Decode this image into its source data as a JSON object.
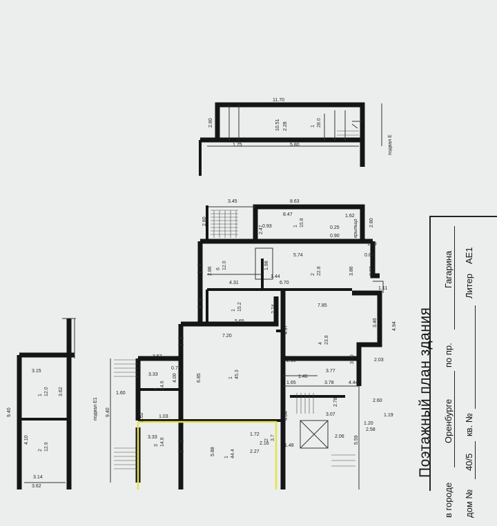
{
  "title": "Поэтажный план здания",
  "address": {
    "city_label": "в городе",
    "city": "Оренбурге",
    "street_label": "по пр.",
    "street": "Гагарина",
    "house_label": "дом №",
    "house": "40/5",
    "apt_label": "кв. №",
    "letter_label": "Литер",
    "letter": "АЕ1"
  },
  "labels": {
    "entrance_e": "подвал Е",
    "entrance_e1": "подвал Е1",
    "porch": "крыльцо"
  },
  "dimensions": [
    "11.70",
    "2.80",
    "2.28",
    "10.51",
    "1.75",
    "5.80",
    "3.45",
    "8.63",
    "8.47",
    "2.80",
    "0.93",
    "2.47",
    "1.62",
    "0.25",
    "0.90",
    "2.80",
    "1.29",
    "2.86",
    "0.86",
    "5.74",
    "1.98",
    "1.44",
    "3.86",
    "3.37",
    "1.11",
    "4.31",
    "6.70",
    "2.74",
    "7.85",
    "3.46",
    "5.65",
    "4.97",
    "4.94",
    "7.20",
    "2.03",
    "3.20",
    "3.57",
    "0.73",
    "3.33",
    "4.00",
    "6.85",
    "2.10",
    "1.46",
    "3.77",
    "1.65",
    "3.78",
    "4.44",
    "1.60",
    "2.78",
    "2.60",
    "3.07",
    "1.20",
    "1.19",
    "1.03",
    "2.58",
    "4.84",
    "2.06",
    "3.33",
    "3.62",
    "5.59",
    "1.72",
    "2.16",
    "2.27",
    "1.48",
    "5.88",
    "3.15",
    "3.62",
    "4.10",
    "3.14",
    "3.62",
    "9.40",
    "9.40"
  ],
  "rooms": [
    {
      "id": "1",
      "area": "28.0"
    },
    {
      "id": "1",
      "area": "15.8"
    },
    {
      "id": "6",
      "area": "12.0"
    },
    {
      "id": "2",
      "area": "22.8"
    },
    {
      "id": "1",
      "area": "15.2"
    },
    {
      "id": "4",
      "area": "23.8"
    },
    {
      "id": "1",
      "area": "45.3"
    },
    {
      "id": "4",
      "area": "14.6"
    },
    {
      "id": "3",
      "area": "14.6"
    },
    {
      "id": "1",
      "area": "44.4"
    },
    {
      "id": "2",
      "area": "3.7"
    },
    {
      "id": "1",
      "area": "12.0"
    },
    {
      "id": "2",
      "area": "12.9"
    }
  ],
  "colors": {
    "paper": "#eceeed",
    "walls": "#151515",
    "highlight": "#e6e24a"
  }
}
